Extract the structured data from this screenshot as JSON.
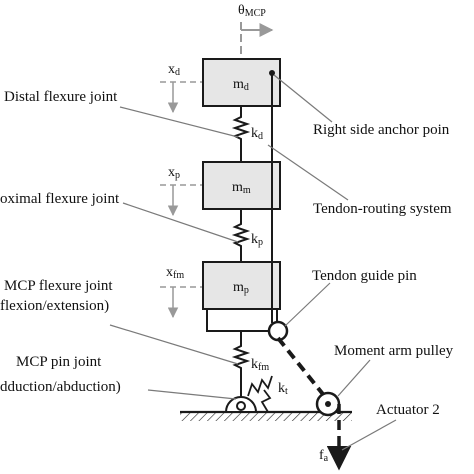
{
  "symbols": {
    "theta": {
      "main": "θ",
      "sub": "MCP"
    },
    "x_d": {
      "main": "x",
      "sub": "d"
    },
    "x_p": {
      "main": "x",
      "sub": "p"
    },
    "x_fm": {
      "main": "x",
      "sub": "fm"
    },
    "m_d": {
      "main": "m",
      "sub": "d"
    },
    "m_m": {
      "main": "m",
      "sub": "m"
    },
    "m_p": {
      "main": "m",
      "sub": "p"
    },
    "k_d": {
      "main": "k",
      "sub": "d"
    },
    "k_p": {
      "main": "k",
      "sub": "p"
    },
    "k_fm": {
      "main": "k",
      "sub": "fm"
    },
    "k_t": {
      "main": "k",
      "sub": "t"
    },
    "f_a": {
      "main": "f",
      "sub": "a"
    }
  },
  "labels": {
    "distal_flexure_joint": "Distal flexure joint",
    "proximal_flexure_joint": "oximal flexure joint",
    "mcp_flexure_joint_1": "MCP flexure joint",
    "mcp_flexure_joint_2": "flexion/extension)",
    "mcp_pin_joint_1": "MCP pin joint",
    "mcp_pin_joint_2": "dduction/abduction)",
    "right_side_anchor_point": "Right side anchor poin",
    "tendon_routing_system": "Tendon-routing system",
    "tendon_guide_pin": "Tendon guide pin",
    "moment_arm_pulley": "Moment arm pulley",
    "actuator_2": "Actuator 2"
  },
  "colors": {
    "line": "#1a1a1a",
    "mass_fill": "#e6e6e6",
    "arrow_gray": "#999999",
    "leader_gray": "#7a7a7a"
  }
}
